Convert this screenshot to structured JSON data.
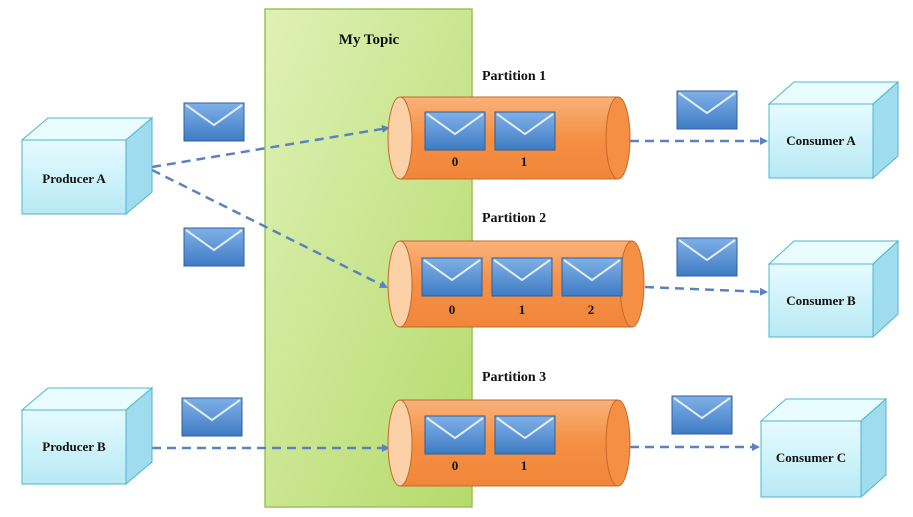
{
  "topic": {
    "title": "My Topic"
  },
  "producers": [
    {
      "label": "Producer A"
    },
    {
      "label": "Producer B"
    }
  ],
  "consumers": [
    {
      "label": "Consumer A"
    },
    {
      "label": "Consumer B"
    },
    {
      "label": "Consumer C"
    }
  ],
  "partitions": [
    {
      "label": "Partition 1",
      "offsets": [
        "0",
        "1"
      ]
    },
    {
      "label": "Partition 2",
      "offsets": [
        "0",
        "1",
        "2"
      ]
    },
    {
      "label": "Partition 3",
      "offsets": [
        "0",
        "1"
      ]
    }
  ],
  "colors": {
    "topic_fill": "#cfe89a",
    "partition_fill": "#f7944a",
    "cube_fill": "#cdf3fb",
    "message_fill": "#5b93d3",
    "arrow": "#5b82c0"
  }
}
